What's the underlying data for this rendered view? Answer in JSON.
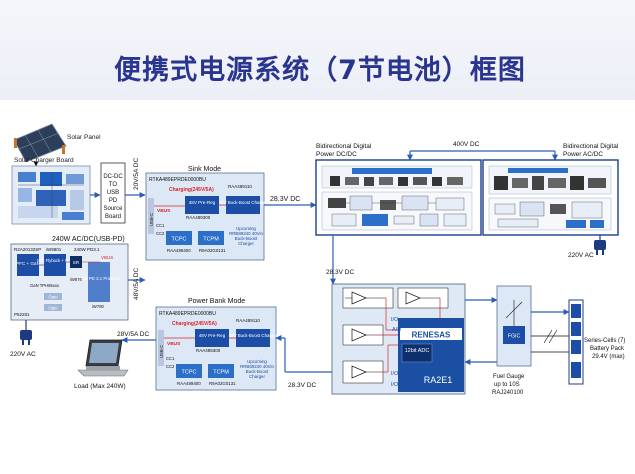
{
  "title": "便携式电源系统（7节电池）框图",
  "labels": {
    "solar_panel": "Solar Panel",
    "solar_board": "Solar Charger Board",
    "dcdc_1": "DC-DC",
    "dcdc_2": "TO",
    "dcdc_3": "USB",
    "dcdc_4": "PD",
    "dcdc_5": "Source",
    "dcdc_6": "Board",
    "vert_20v": "20V/5A DC",
    "vert_48v": "48V/5A DC",
    "ac_block_title": "240W AC/DC(USB-PD)",
    "ac_r2a": "R2A20132SP",
    "ac_iw9801": "iW9801",
    "ac_240w": "240W PD3.1",
    "ac_pfc": "PFC + GaN",
    "ac_flyback": "2VS Flyback + GaN",
    "ac_sr": "SR",
    "ac_vbus": "VBUS",
    "ac_usbpd": "USB PD 3.1 Protocol",
    "ac_iw676": "iW676",
    "ac_iw780": "iW780",
    "ac_gan": "GaN TPH65xxx",
    "ac_p52281": "P52281",
    "ac_opt1": "Opto",
    "ac_opt2": "Opto",
    "ac_220v": "220V AC",
    "sink_title": "Sink Mode",
    "sink_part": "RTKA489EPRDE0000BU",
    "sink_charging": "Charging(245V/5A)",
    "sink_raa1": "RAA489110",
    "sink_vbus": "VBUS",
    "sink_prereg": "48V Pre-Reg",
    "sink_buckboost": "28V Buck-Boost Charger",
    "sink_raa2": "RAA489300",
    "sink_usbc": "USB-C",
    "sink_cc1": "CC1",
    "sink_cc2": "CC2",
    "sink_tcpc": "TCPC",
    "sink_tcpm": "TCPM",
    "sink_raa3": "RAA489400",
    "sink_r9a": "R9A02G0131",
    "sink_upcoming": "Upcoming RRB89240 40Vin Buck-Boost Charger",
    "dc_283_1": "28.3V DC",
    "dc_283_2": "28.3V DC",
    "dc_283_3": "28.3V DC",
    "pb_title": "Power Bank Mode",
    "pb_part": "RTKA489EPRDE0000BU",
    "pb_charging": "Charging(245V/5A)",
    "pb_raa1": "RAA489110",
    "pb_vbus": "VBUS",
    "pb_prereg": "48V Pre-Reg",
    "pb_buckboost": "28V Buck-Boost Charger",
    "pb_raa2": "RAA489300",
    "pb_usbc": "USB-C",
    "pb_cc1": "CC1",
    "pb_cc2": "CC2",
    "pb_tcpc": "TCPC",
    "pb_tcpm": "TCPM",
    "pb_raa3": "RAA489400",
    "pb_r9a": "R9A02G0131",
    "pb_upcoming": "Upcoming RRB89240 40Vin Buck-Boost Charger",
    "dc_28v5a": "28V/5A DC",
    "load": "Load (Max 240W)",
    "bidir_dc_1": "Bidirectional Digital",
    "bidir_dc_2": "Power DC/DC",
    "dc_400v": "400V DC",
    "bidir_ac_1": "Bidirectional Digital",
    "bidir_ac_2": "Power AC/DC",
    "ac_out_220v": "220V AC",
    "renesas": "RENESAS",
    "adc_12bit": "12bit ADC",
    "ra2e1": "RA2E1",
    "io_1": "I/O",
    "io_2": "I/O",
    "io_3": "I/O",
    "io_4": "I/O",
    "ad_1": "A/D",
    "fg_chip": "FGIC",
    "fg_1": "Fuel Gauge",
    "fg_2": "up to 10S",
    "fg_3": "RAJ240100",
    "bat_1": "Series-Cells (7)",
    "bat_2": "Battery Pack",
    "bat_3": "29.4V (max)"
  },
  "colors": {
    "title": "#2a3590",
    "accent_blue": "#2b6fc9",
    "dark_chip": "#173f85",
    "arrow": "#2a5db5",
    "red_text": "#d8232a",
    "light_bg": "#dce8f7"
  },
  "icons": [
    "solar-panel-icon",
    "plug-icon",
    "laptop-icon",
    "battery-icon",
    "opamp-icon"
  ]
}
